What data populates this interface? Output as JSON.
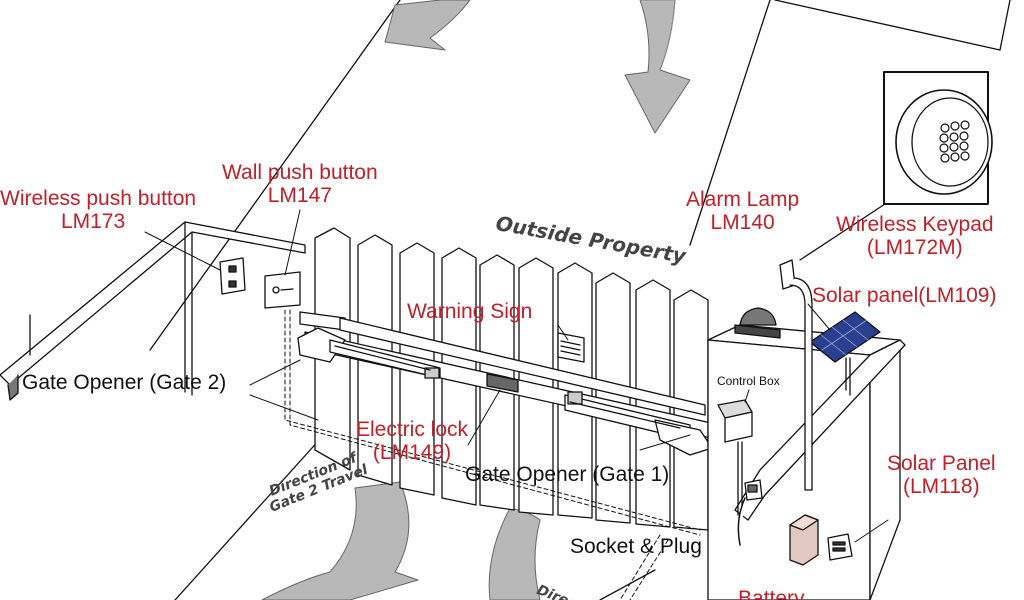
{
  "labels": {
    "wireless_push_button": "Wireless push button",
    "wireless_push_button_model": "LM173",
    "wall_push_button": "Wall push button",
    "wall_push_button_model": "LM147",
    "outside_property": "Outside Property",
    "alarm_lamp": "Alarm Lamp",
    "alarm_lamp_model": "LM140",
    "wireless_keypad": "Wireless Keypad",
    "wireless_keypad_model": "(LM172M)",
    "solar_panel_lm109": "Solar panel(LM109)",
    "warning_sign": "Warning Sign",
    "control_box": "Control Box",
    "gate_opener_2": "Gate Opener (Gate 2)",
    "electric_lock": "Electric lock",
    "electric_lock_model": "(LM149)",
    "gate_opener_1": "Gate Opener (Gate 1)",
    "solar_panel_lm118": "Solar Panel",
    "solar_panel_lm118_model": "(LM118)",
    "direction_gate2_line1": "Direction of",
    "direction_gate2_line2": "Gate 2 Travel",
    "direction_gate1_partial": "Directio",
    "socket_plug": "Socket & Plug",
    "battery": "Battery"
  },
  "colors": {
    "label_red": "#c0202a",
    "label_black": "#111111",
    "line": "#111111",
    "arrow_gray": "#b8b8b8",
    "solar_blue": "#2a3f8f",
    "battery_fill": "#e2c9bf"
  },
  "icons": [
    "keypad-icon",
    "alarm-lamp-icon",
    "solar-panel-icon",
    "battery-icon",
    "socket-icon"
  ]
}
